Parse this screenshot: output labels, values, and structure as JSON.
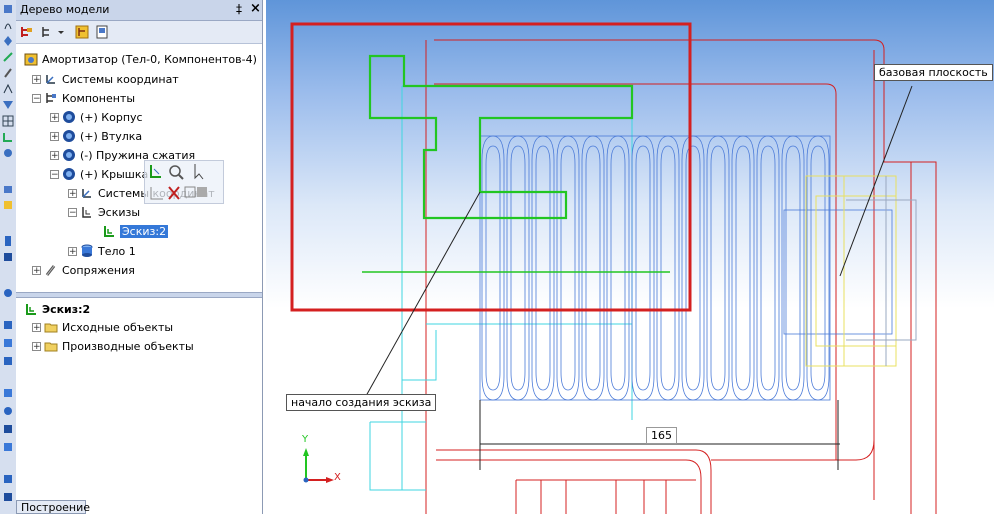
{
  "panel": {
    "title": "Дерево модели",
    "pin_glyph": "‡",
    "close_glyph": "×"
  },
  "tree": [
    {
      "label": "Амортизатор (Тел-0, Компонентов-4)",
      "icon": "assembly-icon"
    },
    {
      "label": "Системы координат",
      "icon": "coordinate-system-icon",
      "exp": "+"
    },
    {
      "label": "Компоненты",
      "icon": "components-icon",
      "exp": "−"
    },
    {
      "label": "(+) Корпус",
      "icon": "part-icon",
      "exp": "+"
    },
    {
      "label": "(+) Втулка",
      "icon": "part-icon",
      "exp": "+"
    },
    {
      "label": "(-) Пружина сжатия",
      "icon": "part-icon",
      "exp": "+"
    },
    {
      "label": "(+) Крышка",
      "icon": "part-icon",
      "exp": "−"
    },
    {
      "label": "Системы координат",
      "icon": "coordinate-system-icon",
      "exp": "+"
    },
    {
      "label": "Эскизы",
      "icon": "sketches-icon",
      "exp": "−"
    },
    {
      "label": "Эскиз:2",
      "icon": "sketch-icon"
    },
    {
      "label": "Тело 1",
      "icon": "body-icon",
      "exp": "+"
    },
    {
      "label": "Сопряжения",
      "icon": "mates-icon",
      "exp": "+"
    }
  ],
  "details": {
    "title": "Эскиз:2",
    "items": [
      "Исходные объекты",
      "Производные объекты"
    ]
  },
  "bottom_tab": "Построение",
  "viewport": {
    "callout_base_plane": "базовая плоскость",
    "callout_sketch_start": "начало создания эскиза",
    "dimension": "165",
    "axis_y": "Y",
    "axis_x": "X"
  },
  "colors": {
    "red": "#d42020",
    "green": "#22c622",
    "blue": "#4a7ad8",
    "cyan": "#3fd6e0",
    "yellow": "#e8e060",
    "selection": "#3478d8"
  }
}
